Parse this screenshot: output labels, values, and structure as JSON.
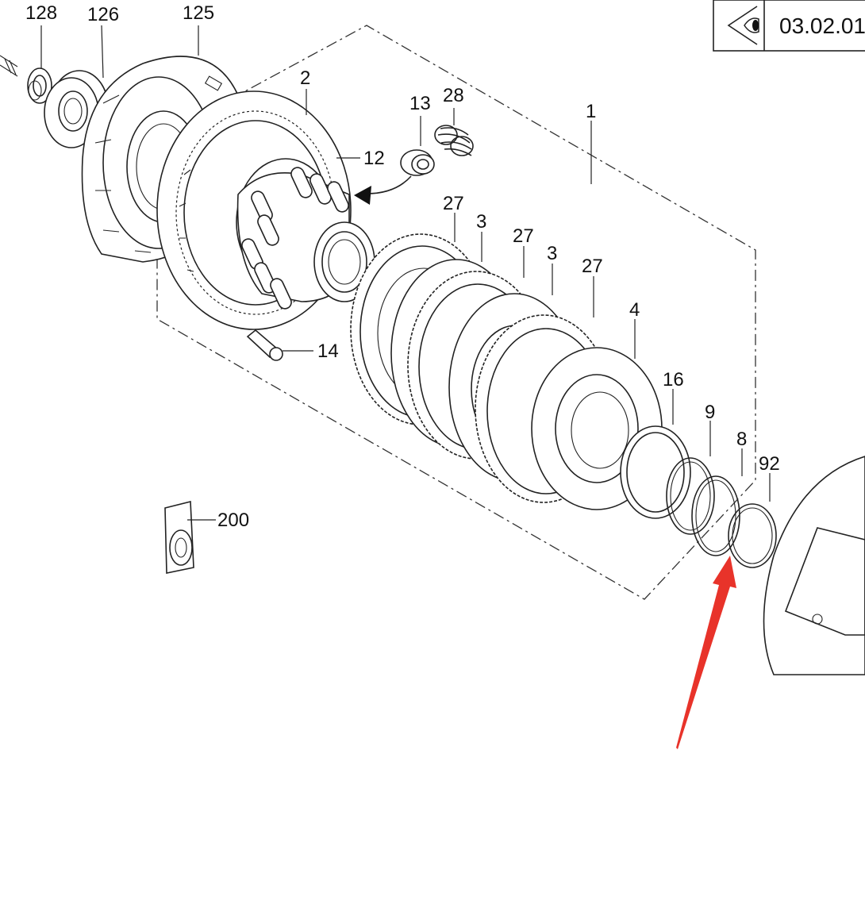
{
  "header": {
    "ref": "03.02.01",
    "eye_icon": "eye-icon"
  },
  "labels": {
    "l128": "128",
    "l126": "126",
    "l125": "125",
    "l2": "2",
    "l13": "13",
    "l28": "28",
    "l1": "1",
    "l12": "12",
    "l27a": "27",
    "l3a": "3",
    "l27b": "27",
    "l3b": "3",
    "l27c": "27",
    "l4": "4",
    "l16": "16",
    "l9": "9",
    "l8": "8",
    "l92": "92",
    "l14": "14",
    "l200": "200"
  },
  "colors": {
    "ink": "#222222",
    "highlight_arrow": "#e8332a"
  }
}
